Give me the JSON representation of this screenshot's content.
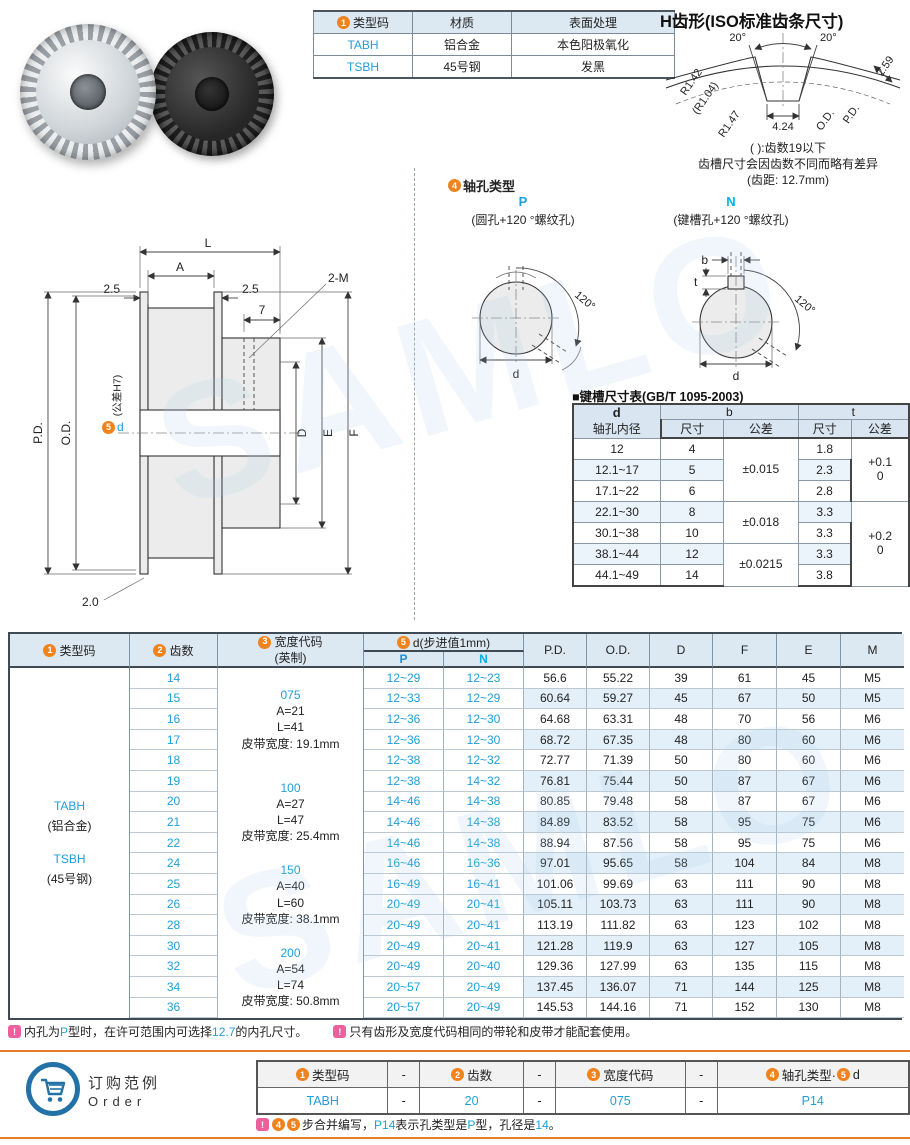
{
  "watermark": "SAMLO",
  "colors": {
    "blue": "#1E9FD9",
    "cyan": "#00B2E5",
    "orange": "#F0831E",
    "pink": "#EE5F9E",
    "header_bg": "#DCE8F2",
    "stripe": "#E4F0F9",
    "rule_orange": "#E87A28"
  },
  "material_table": {
    "h1_num": "1",
    "h1": "类型码",
    "h2": "材质",
    "h3": "表面处理",
    "rows": [
      {
        "code": "TABH",
        "mat": "铝合金",
        "finish": "本色阳极氧化"
      },
      {
        "code": "TSBH",
        "mat": "45号钢",
        "finish": "发黑"
      }
    ]
  },
  "tooth_profile": {
    "title": "H齿形(ISO标准齿条尺寸)",
    "angle_left": "20°",
    "angle_right": "20°",
    "r_top": "R1.42",
    "r_mid": "(R1.04)",
    "r_bot": "R1.47",
    "gap_width": "4.24",
    "od": "O.D.",
    "pd": "P.D.",
    "depth": "2.59",
    "note1": "( ):齿数19以下",
    "note2": "齿槽尺寸会因齿数不同而略有差异",
    "note3": "(齿距: 12.7mm)"
  },
  "drawing": {
    "L": "L",
    "A": "A",
    "off_left": "2.5",
    "off_right": "2.5",
    "seven": "7",
    "thread": "2-M",
    "pd": "P.D.",
    "od": "O.D.",
    "bore_num": "5",
    "bore_d": "d",
    "bore_tol": "(公差H7)",
    "D": "D",
    "E": "E",
    "F": "F",
    "flange": "2.0"
  },
  "hole_types": {
    "num": "4",
    "title": "轴孔类型",
    "p": "P",
    "p_desc": "(圆孔+120 °螺纹孔)",
    "n": "N",
    "n_desc": "(键槽孔+120 °螺纹孔)",
    "angle_p": "120°",
    "angle_n": "120°",
    "d_p": "d",
    "d_n": "d",
    "b": "b",
    "t": "t"
  },
  "keyway": {
    "title": "■键槽尺寸表(GB/T 1095-2003)",
    "h_d": "d",
    "h_d2": "轴孔内径",
    "h_b": "b",
    "h_t": "t",
    "h_size1": "尺寸",
    "h_tol1": "公差",
    "h_size2": "尺寸",
    "h_tol2": "公差",
    "rows": [
      {
        "d": "12",
        "b": "4",
        "t": "1.8"
      },
      {
        "d": "12.1~17",
        "b": "5",
        "t": "2.3"
      },
      {
        "d": "17.1~22",
        "b": "6",
        "t": "2.8"
      },
      {
        "d": "22.1~30",
        "b": "8",
        "t": "3.3"
      },
      {
        "d": "30.1~38",
        "b": "10",
        "t": "3.3"
      },
      {
        "d": "38.1~44",
        "b": "12",
        "t": "3.3"
      },
      {
        "d": "44.1~49",
        "b": "14",
        "t": "3.8"
      }
    ],
    "b_tol": [
      "±0.015",
      "±0.018",
      "±0.0215"
    ],
    "t_tol": [
      "+0.1\n0",
      "+0.2\n0"
    ]
  },
  "main_table": {
    "h_type": {
      "num": "1",
      "label": "类型码"
    },
    "h_teeth": {
      "num": "2",
      "label": "齿数"
    },
    "h_width": {
      "num": "3",
      "label": "宽度代码",
      "sub": "(英制)"
    },
    "h_d": {
      "num": "5",
      "label": "d(步进值1mm)",
      "p": "P",
      "n": "N"
    },
    "h_cols": [
      "P.D.",
      "O.D.",
      "D",
      "F",
      "E",
      "M"
    ],
    "type_cell": {
      "l1": "TABH",
      "l2": "(铝合金)",
      "l3": "TSBH",
      "l4": "(45号钢)"
    },
    "width_groups": [
      {
        "code": "075",
        "a": "A=21",
        "l": "L=41",
        "belt": "皮带宽度: 19.1mm"
      },
      {
        "code": "100",
        "a": "A=27",
        "l": "L=47",
        "belt": "皮带宽度: 25.4mm"
      },
      {
        "code": "150",
        "a": "A=40",
        "l": "L=60",
        "belt": "皮带宽度: 38.1mm"
      },
      {
        "code": "200",
        "a": "A=54",
        "l": "L=74",
        "belt": "皮带宽度: 50.8mm"
      }
    ],
    "rows": [
      {
        "teeth": "14",
        "p": "12~29",
        "n": "12~23",
        "pd": "56.6",
        "od": "55.22",
        "d": "39",
        "f": "61",
        "e": "45",
        "m": "M5"
      },
      {
        "teeth": "15",
        "p": "12~33",
        "n": "12~29",
        "pd": "60.64",
        "od": "59.27",
        "d": "45",
        "f": "67",
        "e": "50",
        "m": "M5"
      },
      {
        "teeth": "16",
        "p": "12~36",
        "n": "12~30",
        "pd": "64.68",
        "od": "63.31",
        "d": "48",
        "f": "70",
        "e": "56",
        "m": "M6"
      },
      {
        "teeth": "17",
        "p": "12~36",
        "n": "12~30",
        "pd": "68.72",
        "od": "67.35",
        "d": "48",
        "f": "80",
        "e": "60",
        "m": "M6"
      },
      {
        "teeth": "18",
        "p": "12~38",
        "n": "12~32",
        "pd": "72.77",
        "od": "71.39",
        "d": "50",
        "f": "80",
        "e": "60",
        "m": "M6"
      },
      {
        "teeth": "19",
        "p": "12~38",
        "n": "14~32",
        "pd": "76.81",
        "od": "75.44",
        "d": "50",
        "f": "87",
        "e": "67",
        "m": "M6"
      },
      {
        "teeth": "20",
        "p": "14~46",
        "n": "14~38",
        "pd": "80.85",
        "od": "79.48",
        "d": "58",
        "f": "87",
        "e": "67",
        "m": "M6"
      },
      {
        "teeth": "21",
        "p": "14~46",
        "n": "14~38",
        "pd": "84.89",
        "od": "83.52",
        "d": "58",
        "f": "95",
        "e": "75",
        "m": "M6"
      },
      {
        "teeth": "22",
        "p": "14~46",
        "n": "14~38",
        "pd": "88.94",
        "od": "87.56",
        "d": "58",
        "f": "95",
        "e": "75",
        "m": "M6"
      },
      {
        "teeth": "24",
        "p": "16~46",
        "n": "16~36",
        "pd": "97.01",
        "od": "95.65",
        "d": "58",
        "f": "104",
        "e": "84",
        "m": "M8"
      },
      {
        "teeth": "25",
        "p": "16~49",
        "n": "16~41",
        "pd": "101.06",
        "od": "99.69",
        "d": "63",
        "f": "111",
        "e": "90",
        "m": "M8"
      },
      {
        "teeth": "26",
        "p": "20~49",
        "n": "20~41",
        "pd": "105.11",
        "od": "103.73",
        "d": "63",
        "f": "111",
        "e": "90",
        "m": "M8"
      },
      {
        "teeth": "28",
        "p": "20~49",
        "n": "20~41",
        "pd": "113.19",
        "od": "111.82",
        "d": "63",
        "f": "123",
        "e": "102",
        "m": "M8"
      },
      {
        "teeth": "30",
        "p": "20~49",
        "n": "20~41",
        "pd": "121.28",
        "od": "119.9",
        "d": "63",
        "f": "127",
        "e": "105",
        "m": "M8"
      },
      {
        "teeth": "32",
        "p": "20~49",
        "n": "20~40",
        "pd": "129.36",
        "od": "127.99",
        "d": "63",
        "f": "135",
        "e": "115",
        "m": "M8"
      },
      {
        "teeth": "34",
        "p": "20~57",
        "n": "20~49",
        "pd": "137.45",
        "od": "136.07",
        "d": "71",
        "f": "144",
        "e": "125",
        "m": "M8"
      },
      {
        "teeth": "36",
        "p": "20~57",
        "n": "20~49",
        "pd": "145.53",
        "od": "144.16",
        "d": "71",
        "f": "152",
        "e": "130",
        "m": "M8"
      }
    ]
  },
  "notes": {
    "n1a": "内孔为",
    "n1b": "P",
    "n1c": "型时，在许可范围内可选择",
    "n1d": "12.7",
    "n1e": "的内孔尺寸。",
    "n2": "只有齿形及宽度代码相同的带轮和皮带才能配套使用。"
  },
  "order": {
    "title_cn": "订购范例",
    "title_en": "Order",
    "dash": "-",
    "h1": {
      "num": "1",
      "label": "类型码"
    },
    "h2": {
      "num": "2",
      "label": "齿数"
    },
    "h3": {
      "num": "3",
      "label": "宽度代码"
    },
    "h4": {
      "num1": "4",
      "label1": "轴孔类型·",
      "num2": "5",
      "label2": "d"
    },
    "v1": "TABH",
    "v2": "20",
    "v3": "075",
    "v4": "P14",
    "note": {
      "num1": "4",
      "num2": "5",
      "s1": "步合并编写，",
      "s2": "P14",
      "s3": "表示孔类型是",
      "s4": "P",
      "s5": "型，孔径是",
      "s6": "14",
      "s7": "。"
    }
  }
}
